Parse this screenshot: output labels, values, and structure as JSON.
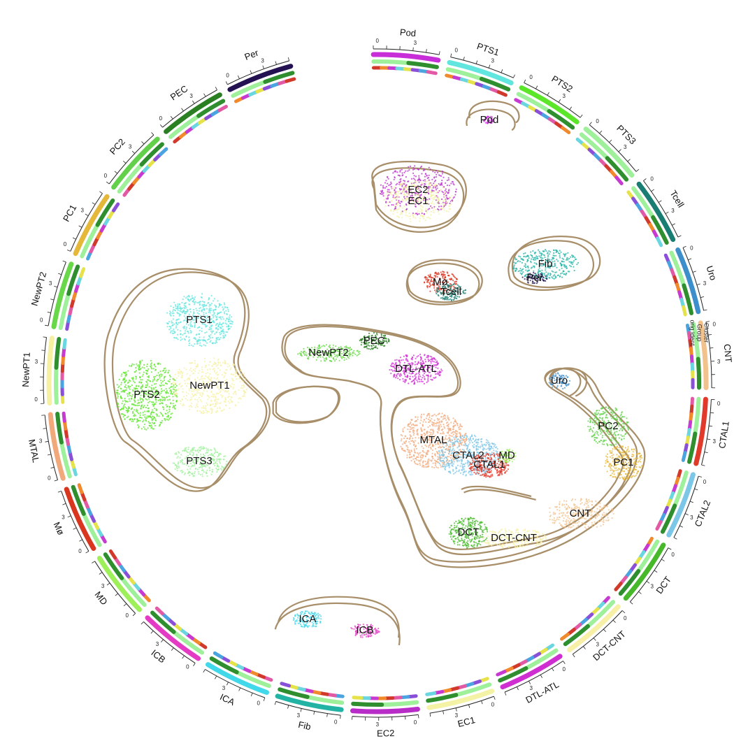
{
  "chart_data": {
    "type": "scatter",
    "title": "",
    "track_labels": [
      "Cluster",
      "Group",
      "orig.ident"
    ],
    "tick_labels": [
      "0",
      "3"
    ],
    "ring_segments": [
      {
        "name": "Pod",
        "color": "#c72ed8"
      },
      {
        "name": "PTS1",
        "color": "#61e6df"
      },
      {
        "name": "PTS2",
        "color": "#5ce62a"
      },
      {
        "name": "PTS3",
        "color": "#9ef09a"
      },
      {
        "name": "Tcell",
        "color": "#1a7d73"
      },
      {
        "name": "Uro",
        "color": "#3d8fcc"
      },
      {
        "name": "CNT",
        "color": "#f2c28c"
      },
      {
        "name": "CTAL1",
        "color": "#e23a2a"
      },
      {
        "name": "CTAL2",
        "color": "#7cc6e8"
      },
      {
        "name": "DCT",
        "color": "#46b82a"
      },
      {
        "name": "DCT-CNT",
        "color": "#f7f0a6"
      },
      {
        "name": "DTL-ATL",
        "color": "#cf2fd1"
      },
      {
        "name": "EC1",
        "color": "#f4f2a4"
      },
      {
        "name": "EC2",
        "color": "#b82cc8"
      },
      {
        "name": "Fib",
        "color": "#22b3a5"
      },
      {
        "name": "ICA",
        "color": "#41d8ea"
      },
      {
        "name": "ICB",
        "color": "#e33bc4"
      },
      {
        "name": "MD",
        "color": "#9ef05a"
      },
      {
        "name": "Mø",
        "color": "#d9361f"
      },
      {
        "name": "MTAL",
        "color": "#f1a97c"
      },
      {
        "name": "NewPT1",
        "color": "#f6f0a2"
      },
      {
        "name": "NewPT2",
        "color": "#69d74a"
      },
      {
        "name": "PC1",
        "color": "#e5b83a"
      },
      {
        "name": "PC2",
        "color": "#62d04a"
      },
      {
        "name": "PEC",
        "color": "#2a7f22"
      },
      {
        "name": "Per",
        "color": "#241152"
      }
    ],
    "group_colors": [
      "#9ef09a",
      "#2f8f2f"
    ],
    "ident_colors": [
      "#d13a2a",
      "#f08a2c",
      "#c63ad1",
      "#6ad6e0",
      "#e6e24a",
      "#8a4fd8",
      "#4aa4e0",
      "#e25aa6"
    ],
    "clusters": [
      {
        "label": "Pod",
        "x": 0.0,
        "y": 0.0
      },
      {
        "label": "EC2",
        "x": 0.0,
        "y": 0.0
      },
      {
        "label": "EC1",
        "x": 0.0,
        "y": 0.0
      },
      {
        "label": "Fib",
        "x": 0.0,
        "y": 0.0
      },
      {
        "label": "Per",
        "x": 0.0,
        "y": 0.0
      },
      {
        "label": "Mø",
        "x": 0.0,
        "y": 0.0
      },
      {
        "label": "Tcell",
        "x": 0.0,
        "y": 0.0
      },
      {
        "label": "PTS1",
        "x": 0.0,
        "y": 0.0
      },
      {
        "label": "PTS2",
        "x": 0.0,
        "y": 0.0
      },
      {
        "label": "NewPT1",
        "x": 0.0,
        "y": 0.0
      },
      {
        "label": "PTS3",
        "x": 0.0,
        "y": 0.0
      },
      {
        "label": "PEC",
        "x": 0.0,
        "y": 0.0
      },
      {
        "label": "NewPT2",
        "x": 0.0,
        "y": 0.0
      },
      {
        "label": "DTL-ATL",
        "x": 0.0,
        "y": 0.0
      },
      {
        "label": "Uro",
        "x": 0.0,
        "y": 0.0
      },
      {
        "label": "PC2",
        "x": 0.0,
        "y": 0.0
      },
      {
        "label": "PC1",
        "x": 0.0,
        "y": 0.0
      },
      {
        "label": "MTAL",
        "x": 0.0,
        "y": 0.0
      },
      {
        "label": "CTAL2",
        "x": 0.0,
        "y": 0.0
      },
      {
        "label": "CTAL1",
        "x": 0.0,
        "y": 0.0
      },
      {
        "label": "MD",
        "x": 0.0,
        "y": 0.0
      },
      {
        "label": "CNT",
        "x": 0.0,
        "y": 0.0
      },
      {
        "label": "DCT",
        "x": 0.0,
        "y": 0.0
      },
      {
        "label": "DCT-CNT",
        "x": 0.0,
        "y": 0.0
      },
      {
        "label": "ICA",
        "x": 0.0,
        "y": 0.0
      },
      {
        "label": "ICB",
        "x": 0.0,
        "y": 0.0
      }
    ]
  }
}
